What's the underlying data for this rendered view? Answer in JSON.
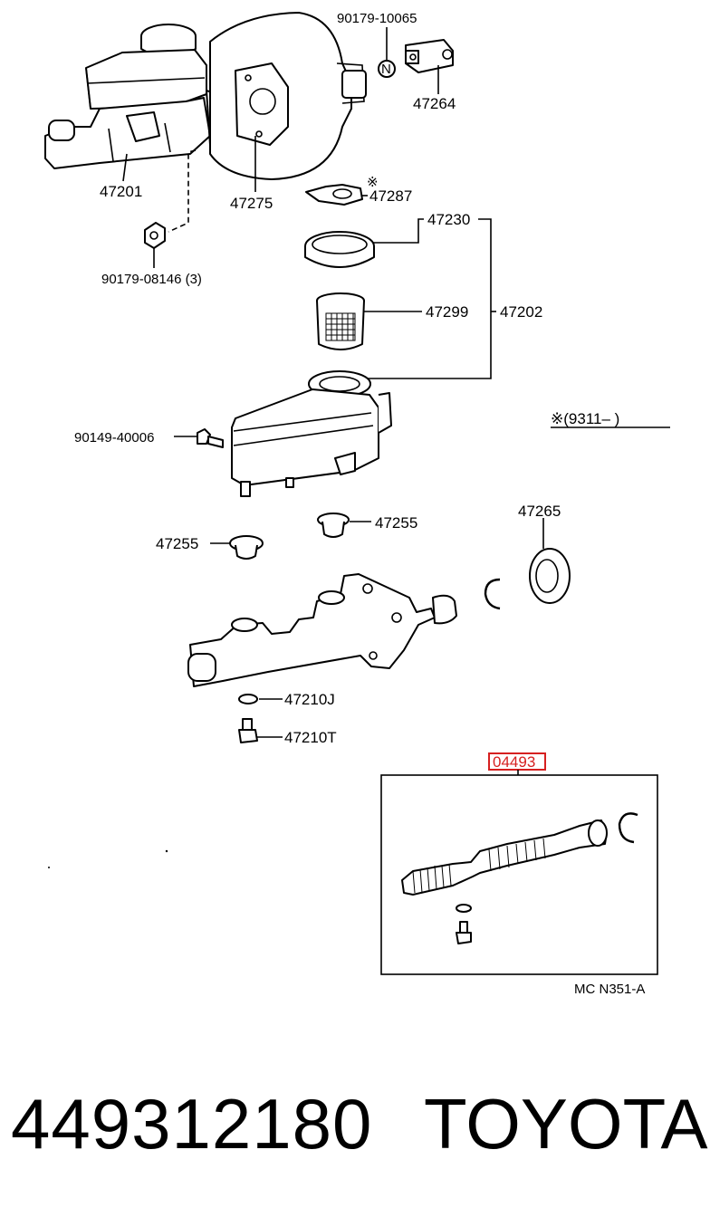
{
  "parts": {
    "p_90179_10065": "90179-10065",
    "p_N": "N",
    "p_47264": "47264",
    "p_47201": "47201",
    "p_47275": "47275",
    "p_47287_mark": "※",
    "p_47287": "47287",
    "p_47230": "47230",
    "p_90179_08146": "90179-08146  (3)",
    "p_47299": "47299",
    "p_47202": "47202",
    "p_note_9311": "※(9311–          )",
    "p_90149_40006": "90149-40006",
    "p_47255_a": "47255",
    "p_47255_b": "47255",
    "p_47265": "47265",
    "p_47210J": "47210J",
    "p_47210T": "47210T",
    "p_04493": "04493",
    "p_figure_code": "MC N351-A"
  },
  "footer": {
    "part_number": "449312180",
    "brand": "TOYOTA"
  },
  "colors": {
    "highlight_box": "#d62020",
    "line": "#000000"
  }
}
